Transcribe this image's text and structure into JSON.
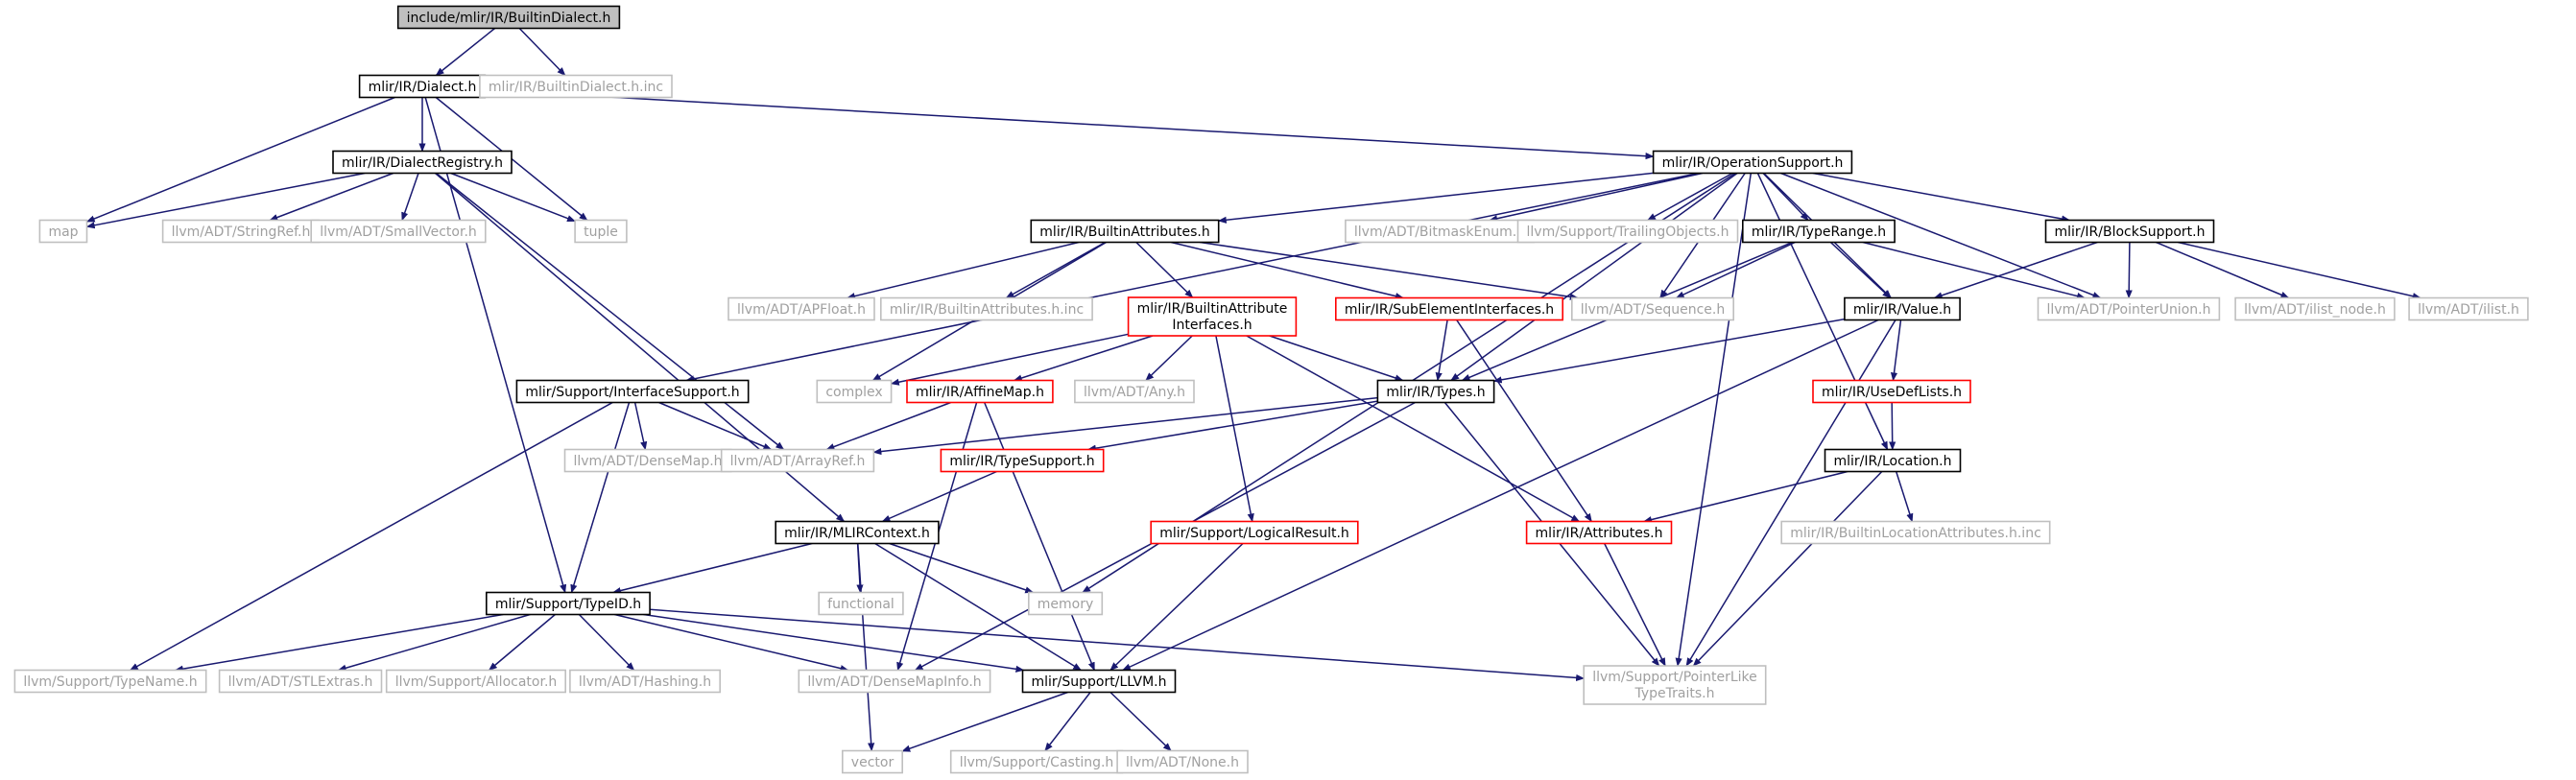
{
  "colors": {
    "edge": "#191970",
    "root_fill": "#bfbfbf",
    "root_stroke": "#000000",
    "normal_stroke": "#000000",
    "truncated_stroke": "#ff0000",
    "external_stroke": "#bfbfbf",
    "external_text": "#a0a0a0",
    "text": "#000000"
  },
  "nodes": [
    {
      "id": "builtin_dialect_h",
      "label": "include/mlir/IR/BuiltinDialect.h",
      "kind": "root"
    },
    {
      "id": "dialect_h",
      "label": "mlir/IR/Dialect.h",
      "kind": "normal"
    },
    {
      "id": "builtin_dialect_inc",
      "label": "mlir/IR/BuiltinDialect.h.inc",
      "kind": "external"
    },
    {
      "id": "dialect_registry_h",
      "label": "mlir/IR/DialectRegistry.h",
      "kind": "normal"
    },
    {
      "id": "operation_support_h",
      "label": "mlir/IR/OperationSupport.h",
      "kind": "normal"
    },
    {
      "id": "map",
      "label": "map",
      "kind": "external"
    },
    {
      "id": "stringref_h",
      "label": "llvm/ADT/StringRef.h",
      "kind": "external"
    },
    {
      "id": "smallvector_h",
      "label": "llvm/ADT/SmallVector.h",
      "kind": "external"
    },
    {
      "id": "tuple",
      "label": "tuple",
      "kind": "external"
    },
    {
      "id": "builtin_attributes_h",
      "label": "mlir/IR/BuiltinAttributes.h",
      "kind": "normal"
    },
    {
      "id": "bitmaskenum_h",
      "label": "llvm/ADT/BitmaskEnum.h",
      "kind": "external"
    },
    {
      "id": "trailingobjects_h",
      "label": "llvm/Support/TrailingObjects.h",
      "kind": "external"
    },
    {
      "id": "typerange_h",
      "label": "mlir/IR/TypeRange.h",
      "kind": "normal"
    },
    {
      "id": "blocksupport_h",
      "label": "mlir/IR/BlockSupport.h",
      "kind": "normal"
    },
    {
      "id": "apfloat_h",
      "label": "llvm/ADT/APFloat.h",
      "kind": "external"
    },
    {
      "id": "builtin_attributes_inc",
      "label": "mlir/IR/BuiltinAttributes.h.inc",
      "kind": "external"
    },
    {
      "id": "builtin_attr_ifaces_h",
      "label": [
        "mlir/IR/BuiltinAttribute",
        "Interfaces.h"
      ],
      "kind": "truncated"
    },
    {
      "id": "subelement_ifaces_h",
      "label": "mlir/IR/SubElementInterfaces.h",
      "kind": "truncated"
    },
    {
      "id": "sequence_h",
      "label": "llvm/ADT/Sequence.h",
      "kind": "external"
    },
    {
      "id": "value_h",
      "label": "mlir/IR/Value.h",
      "kind": "normal"
    },
    {
      "id": "pointerunion_h",
      "label": "llvm/ADT/PointerUnion.h",
      "kind": "external"
    },
    {
      "id": "ilist_node_h",
      "label": "llvm/ADT/ilist_node.h",
      "kind": "external"
    },
    {
      "id": "ilist_h",
      "label": "llvm/ADT/ilist.h",
      "kind": "external"
    },
    {
      "id": "interface_support_h",
      "label": "mlir/Support/InterfaceSupport.h",
      "kind": "normal"
    },
    {
      "id": "complex",
      "label": "complex",
      "kind": "external"
    },
    {
      "id": "affinemap_h",
      "label": "mlir/IR/AffineMap.h",
      "kind": "truncated"
    },
    {
      "id": "any_h",
      "label": "llvm/ADT/Any.h",
      "kind": "external"
    },
    {
      "id": "types_h",
      "label": "mlir/IR/Types.h",
      "kind": "normal"
    },
    {
      "id": "usedeflists_h",
      "label": "mlir/IR/UseDefLists.h",
      "kind": "truncated"
    },
    {
      "id": "densemap_h",
      "label": "llvm/ADT/DenseMap.h",
      "kind": "external"
    },
    {
      "id": "arrayref_h",
      "label": "llvm/ADT/ArrayRef.h",
      "kind": "external"
    },
    {
      "id": "typesupport_h",
      "label": "mlir/IR/TypeSupport.h",
      "kind": "truncated"
    },
    {
      "id": "location_h",
      "label": "mlir/IR/Location.h",
      "kind": "normal"
    },
    {
      "id": "mlircontext_h",
      "label": "mlir/IR/MLIRContext.h",
      "kind": "normal"
    },
    {
      "id": "logicalresult_h",
      "label": "mlir/Support/LogicalResult.h",
      "kind": "truncated"
    },
    {
      "id": "attributes_h",
      "label": "mlir/IR/Attributes.h",
      "kind": "truncated"
    },
    {
      "id": "builtin_loc_attrs_inc",
      "label": "mlir/IR/BuiltinLocationAttributes.h.inc",
      "kind": "external"
    },
    {
      "id": "functional",
      "label": "functional",
      "kind": "external"
    },
    {
      "id": "memory",
      "label": "memory",
      "kind": "external"
    },
    {
      "id": "typeid_h",
      "label": "mlir/Support/TypeID.h",
      "kind": "normal"
    },
    {
      "id": "typename_h",
      "label": "llvm/Support/TypeName.h",
      "kind": "external"
    },
    {
      "id": "stlextras_h",
      "label": "llvm/ADT/STLExtras.h",
      "kind": "external"
    },
    {
      "id": "allocator_h",
      "label": "llvm/Support/Allocator.h",
      "kind": "external"
    },
    {
      "id": "hashing_h",
      "label": "llvm/ADT/Hashing.h",
      "kind": "external"
    },
    {
      "id": "densemapinfo_h",
      "label": "llvm/ADT/DenseMapInfo.h",
      "kind": "external"
    },
    {
      "id": "llvm_h",
      "label": "mlir/Support/LLVM.h",
      "kind": "normal"
    },
    {
      "id": "pointerlike_typetraits_h",
      "label": [
        "llvm/Support/PointerLike",
        "TypeTraits.h"
      ],
      "kind": "external"
    },
    {
      "id": "vector",
      "label": "vector",
      "kind": "external"
    },
    {
      "id": "casting_h",
      "label": "llvm/Support/Casting.h",
      "kind": "external"
    },
    {
      "id": "none_h",
      "label": "llvm/ADT/None.h",
      "kind": "external"
    }
  ],
  "edges": [
    [
      "builtin_dialect_h",
      "dialect_h"
    ],
    [
      "builtin_dialect_h",
      "builtin_dialect_inc"
    ],
    [
      "dialect_h",
      "dialect_registry_h"
    ],
    [
      "dialect_h",
      "operation_support_h"
    ],
    [
      "dialect_h",
      "map"
    ],
    [
      "dialect_h",
      "tuple"
    ],
    [
      "dialect_h",
      "typeid_h"
    ],
    [
      "dialect_registry_h",
      "map"
    ],
    [
      "dialect_registry_h",
      "stringref_h"
    ],
    [
      "dialect_registry_h",
      "smallvector_h"
    ],
    [
      "dialect_registry_h",
      "tuple"
    ],
    [
      "dialect_registry_h",
      "arrayref_h"
    ],
    [
      "dialect_registry_h",
      "mlircontext_h"
    ],
    [
      "operation_support_h",
      "builtin_attributes_h"
    ],
    [
      "operation_support_h",
      "bitmaskenum_h"
    ],
    [
      "operation_support_h",
      "trailingobjects_h"
    ],
    [
      "operation_support_h",
      "typerange_h"
    ],
    [
      "operation_support_h",
      "blocksupport_h"
    ],
    [
      "operation_support_h",
      "interface_support_h"
    ],
    [
      "operation_support_h",
      "sequence_h"
    ],
    [
      "operation_support_h",
      "types_h"
    ],
    [
      "operation_support_h",
      "value_h"
    ],
    [
      "operation_support_h",
      "pointerunion_h"
    ],
    [
      "operation_support_h",
      "location_h"
    ],
    [
      "operation_support_h",
      "memory"
    ],
    [
      "operation_support_h",
      "pointerlike_typetraits_h"
    ],
    [
      "builtin_attributes_h",
      "apfloat_h"
    ],
    [
      "builtin_attributes_h",
      "builtin_attributes_inc"
    ],
    [
      "builtin_attributes_h",
      "builtin_attr_ifaces_h"
    ],
    [
      "builtin_attributes_h",
      "subelement_ifaces_h"
    ],
    [
      "builtin_attributes_h",
      "sequence_h"
    ],
    [
      "builtin_attributes_h",
      "complex"
    ],
    [
      "typerange_h",
      "sequence_h"
    ],
    [
      "typerange_h",
      "value_h"
    ],
    [
      "typerange_h",
      "types_h"
    ],
    [
      "typerange_h",
      "pointerunion_h"
    ],
    [
      "blocksupport_h",
      "value_h"
    ],
    [
      "blocksupport_h",
      "pointerunion_h"
    ],
    [
      "blocksupport_h",
      "ilist_node_h"
    ],
    [
      "blocksupport_h",
      "ilist_h"
    ],
    [
      "builtin_attr_ifaces_h",
      "complex"
    ],
    [
      "builtin_attr_ifaces_h",
      "affinemap_h"
    ],
    [
      "builtin_attr_ifaces_h",
      "any_h"
    ],
    [
      "builtin_attr_ifaces_h",
      "types_h"
    ],
    [
      "builtin_attr_ifaces_h",
      "attributes_h"
    ],
    [
      "builtin_attr_ifaces_h",
      "logicalresult_h"
    ],
    [
      "subelement_ifaces_h",
      "types_h"
    ],
    [
      "subelement_ifaces_h",
      "attributes_h"
    ],
    [
      "value_h",
      "types_h"
    ],
    [
      "value_h",
      "usedeflists_h"
    ],
    [
      "value_h",
      "pointerlike_typetraits_h"
    ],
    [
      "value_h",
      "llvm_h"
    ],
    [
      "interface_support_h",
      "densemap_h"
    ],
    [
      "interface_support_h",
      "arrayref_h"
    ],
    [
      "interface_support_h",
      "typeid_h"
    ],
    [
      "interface_support_h",
      "typename_h"
    ],
    [
      "affinemap_h",
      "arrayref_h"
    ],
    [
      "affinemap_h",
      "llvm_h"
    ],
    [
      "affinemap_h",
      "densemapinfo_h"
    ],
    [
      "types_h",
      "arrayref_h"
    ],
    [
      "types_h",
      "typesupport_h"
    ],
    [
      "types_h",
      "densemapinfo_h"
    ],
    [
      "types_h",
      "pointerlike_typetraits_h"
    ],
    [
      "usedeflists_h",
      "location_h"
    ],
    [
      "typesupport_h",
      "mlircontext_h"
    ],
    [
      "location_h",
      "attributes_h"
    ],
    [
      "location_h",
      "builtin_loc_attrs_inc"
    ],
    [
      "location_h",
      "pointerlike_typetraits_h"
    ],
    [
      "mlircontext_h",
      "typeid_h"
    ],
    [
      "mlircontext_h",
      "functional"
    ],
    [
      "mlircontext_h",
      "memory"
    ],
    [
      "mlircontext_h",
      "llvm_h"
    ],
    [
      "mlircontext_h",
      "vector"
    ],
    [
      "logicalresult_h",
      "llvm_h"
    ],
    [
      "attributes_h",
      "pointerlike_typetraits_h"
    ],
    [
      "typeid_h",
      "typename_h"
    ],
    [
      "typeid_h",
      "stlextras_h"
    ],
    [
      "typeid_h",
      "allocator_h"
    ],
    [
      "typeid_h",
      "hashing_h"
    ],
    [
      "typeid_h",
      "densemapinfo_h"
    ],
    [
      "typeid_h",
      "llvm_h"
    ],
    [
      "typeid_h",
      "pointerlike_typetraits_h"
    ],
    [
      "llvm_h",
      "vector"
    ],
    [
      "llvm_h",
      "casting_h"
    ],
    [
      "llvm_h",
      "none_h"
    ]
  ]
}
